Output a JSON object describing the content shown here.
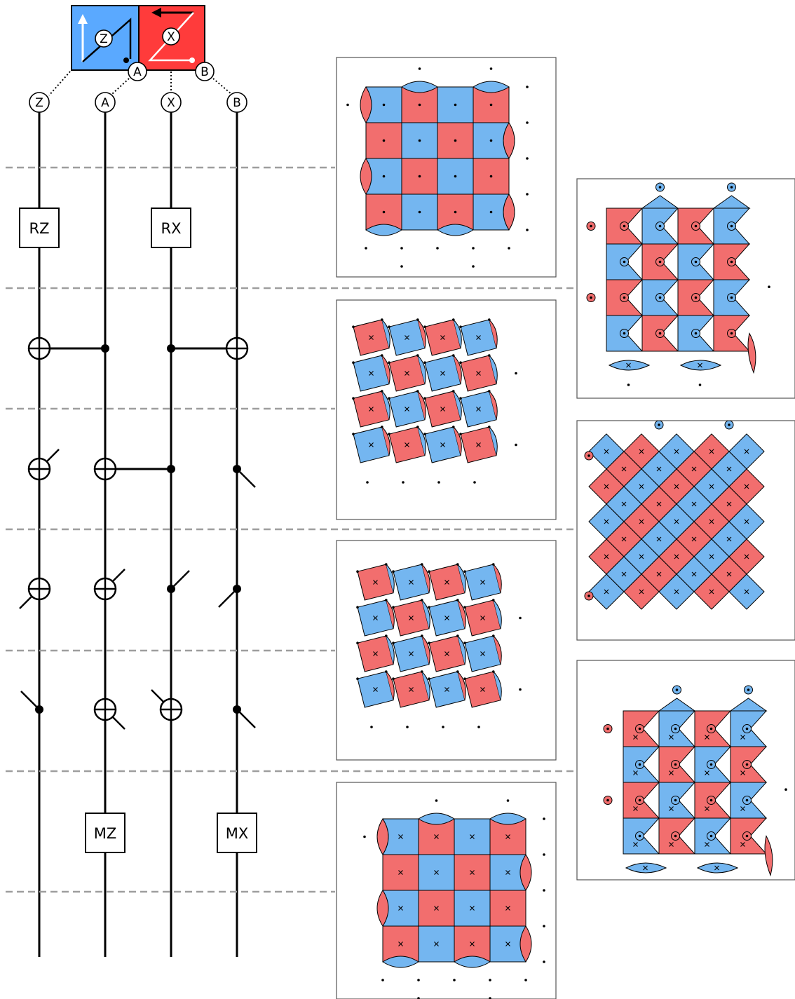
{
  "colors": {
    "z_blue": "#5aa9ff",
    "x_red": "#ff3b3b",
    "tile_blue": "#74b6f0",
    "tile_red": "#f26e6e",
    "wire": "#000000",
    "dashes": "#9e9e9e"
  },
  "legend": {
    "z_label": "Z",
    "x_label": "X",
    "a_label": "A",
    "b_label": "B"
  },
  "circuit": {
    "qubits": [
      "Z",
      "A",
      "X",
      "B"
    ],
    "gates": {
      "rz": "RZ",
      "rx": "RX",
      "mz": "MZ",
      "mx": "MX"
    }
  },
  "panels": [
    {
      "pattern": "checker"
    },
    {
      "pattern": "diag"
    },
    {
      "pattern": "diag-x"
    },
    {
      "pattern": "checker-x"
    },
    {
      "pattern": "wedge"
    },
    {
      "pattern": "diamond"
    },
    {
      "pattern": "wedge-dots"
    }
  ]
}
